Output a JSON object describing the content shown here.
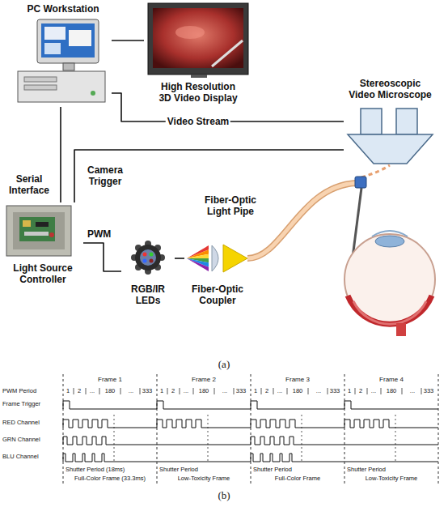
{
  "diagram": {
    "nodes": [
      {
        "text": [
          "PC Workstation"
        ]
      },
      {
        "text": [
          "High Resolution 3D Video Display"
        ]
      },
      {
        "text": [
          "Stereoscopic Video Microscope"
        ]
      },
      {
        "text": [
          "Light Source Controller"
        ]
      },
      {
        "text": [
          "RGB/IR LEDs"
        ]
      },
      {
        "text": [
          "Fiber-Optic Coupler"
        ]
      }
    ],
    "edges": [
      {
        "from": 0,
        "to": 1,
        "arrow": "none"
      },
      {
        "from": 0,
        "to": 2,
        "label": "Video Stream",
        "arrow": "none"
      },
      {
        "from": 0,
        "to": 3,
        "label": "Serial Interface",
        "arrow": "none"
      },
      {
        "from": 3,
        "to": 2,
        "label": "Camera Trigger",
        "arrow": "none"
      },
      {
        "from": 3,
        "to": 4,
        "label": "PWM",
        "arrow": "none"
      },
      {
        "from": 4,
        "to": 5,
        "arrow": "none"
      }
    ],
    "labels": [
      "Fiber-Optic Light Pipe",
      "(a)",
      "PWM Period",
      "Frame 1",
      "Frame 2",
      "Frame 3",
      "Frame 4",
      "1",
      "2",
      "...",
      "180",
      "...",
      "333",
      "1",
      "2",
      "...",
      "180",
      "...",
      "333",
      "1",
      "2",
      "...",
      "180",
      "...",
      "333",
      "1",
      "2",
      "...",
      "180",
      "...",
      "333",
      "Frame Trigger",
      "RED Channel",
      "GRN Channel",
      "BLU Channel",
      "Shutter Period (18ms)",
      "Full-Color Frame (33.3ms)",
      "Shutter Period",
      "Low-Toxicity Frame",
      "Shutter Period",
      "Full-Color Frame",
      "Shutter Period",
      "Low-Toxicity Frame",
      "(b)"
    ]
  }
}
